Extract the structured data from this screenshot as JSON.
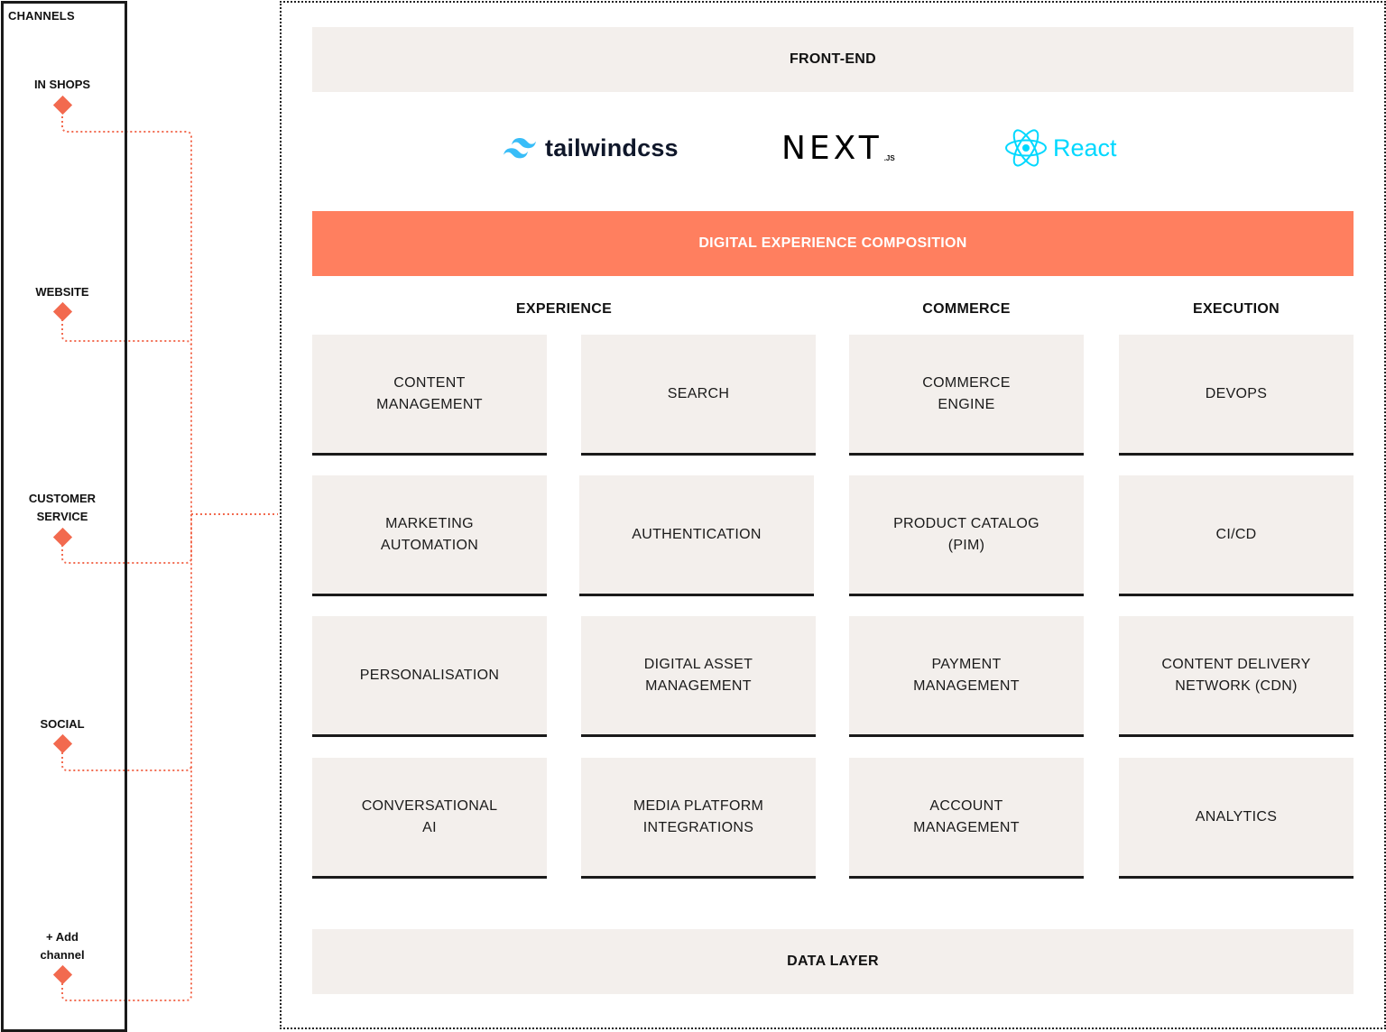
{
  "channels": {
    "title": "CHANNELS",
    "items": [
      {
        "label": "IN SHOPS"
      },
      {
        "label": "WEBSITE"
      },
      {
        "label": "CUSTOMER SERVICE"
      },
      {
        "label": "SOCIAL"
      },
      {
        "label": "+ Add channel"
      }
    ]
  },
  "frontend": {
    "title": "FRONT-END",
    "logos": {
      "tailwind": "tailwindcss",
      "next": "NEXT",
      "next_suffix": ".JS",
      "react": "React"
    }
  },
  "composition": {
    "title": "DIGITAL EXPERIENCE COMPOSITION"
  },
  "columns": {
    "experience": "EXPERIENCE",
    "commerce": "COMMERCE",
    "execution": "EXECUTION"
  },
  "tiles": [
    [
      "CONTENT\nMANAGEMENT",
      "SEARCH",
      "COMMERCE\nENGINE",
      "DEVOPS"
    ],
    [
      "MARKETING\nAUTOMATION",
      "AUTHENTICATION",
      "PRODUCT CATALOG\n(PIM)",
      "CI/CD"
    ],
    [
      "PERSONALISATION",
      "DIGITAL ASSET\nMANAGEMENT",
      "PAYMENT\nMANAGEMENT",
      "CONTENT DELIVERY\nNETWORK (CDN)"
    ],
    [
      "CONVERSATIONAL\nAI",
      "MEDIA PLATFORM\nINTEGRATIONS",
      "ACCOUNT\nMANAGEMENT",
      "ANALYTICS"
    ]
  ],
  "data_layer": {
    "title": "DATA LAYER"
  },
  "colors": {
    "accent": "#ff7f5f",
    "connector": "#f26a4f",
    "tile_bg": "#f3efec",
    "react": "#00d8ff",
    "tailwind": "#38bdf8"
  }
}
